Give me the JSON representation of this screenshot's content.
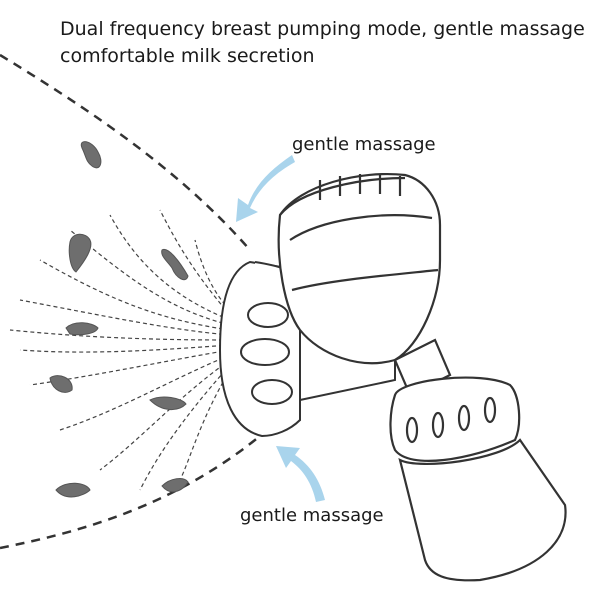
{
  "headline": {
    "line1": "Dual frequency breast pumping mode, gentle massage",
    "line2": "comfortable milk secretion"
  },
  "labels": {
    "top": "gentle massage",
    "bottom": "gentle massage"
  },
  "colors": {
    "text": "#1a1a1a",
    "outline": "#333333",
    "arrow": "#a9d4ec",
    "gland": "#6e6e6e"
  },
  "icons": [
    "arrow-icon",
    "breast-pump-illustration"
  ]
}
